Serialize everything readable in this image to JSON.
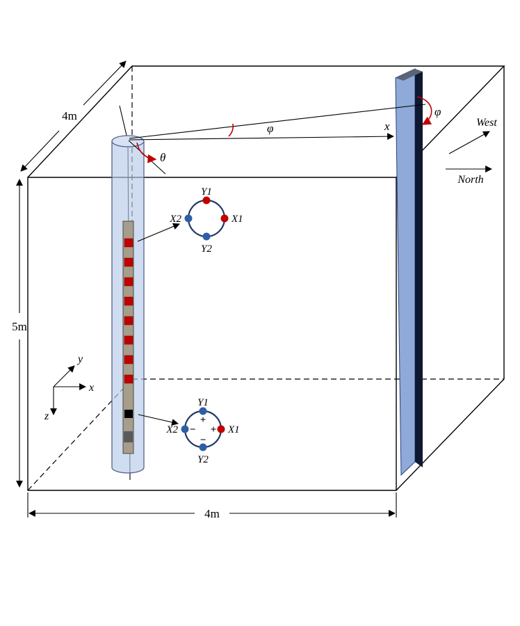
{
  "figure": {
    "dimensions": {
      "top": "4m",
      "left": "5m",
      "bottom": "4m"
    },
    "angles": {
      "theta": "θ",
      "phi_mid": "φ",
      "phi_right": "φ"
    },
    "sight_axis_label": "x",
    "compass": {
      "west": "West",
      "north": "North"
    },
    "axes": {
      "x": "x",
      "y": "y",
      "z": "z"
    },
    "upper_ring": {
      "y1": "Y1",
      "x1": "X1",
      "x2": "X2",
      "y2": "Y2"
    },
    "lower_ring": {
      "y1": "Y1",
      "x1": "X1",
      "x2": "X2",
      "y2": "Y2",
      "plus_top": "+",
      "minus_left": "−",
      "plus_right": "+",
      "minus_bottom": "−"
    },
    "colors": {
      "sensor_red": "#c00000",
      "dot_blue": "#2e5fa6",
      "ring_stroke": "#1f3864",
      "panel_fill": "#8fa9d8",
      "panel_dark": "#0e1830",
      "cylinder_fill": "#b7c9e8",
      "rod_fill": "#a69d8a",
      "arc_red": "#c00000"
    }
  }
}
